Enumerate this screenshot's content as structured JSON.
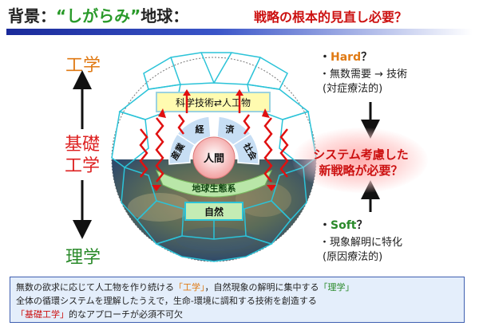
{
  "header": {
    "title_prefix": "背景：",
    "title_quote": "“しがらみ”",
    "title_suffix": "地球：",
    "subtitle": "戦略の根本的見直し必要？"
  },
  "left_axis": {
    "top_label": "工学",
    "middle_label_line1": "基礎",
    "middle_label_line2": "工学",
    "bottom_label": "理学"
  },
  "diagram": {
    "top_box": "科学技術⇄人工物",
    "center_label": "人間",
    "segment_left": "産業",
    "segment_top_left": "経",
    "segment_top_right": "済",
    "segment_right": "社会",
    "ecosystem_band": "地球生態系",
    "bottom_box": "自然"
  },
  "right_panel": {
    "hard_en": "Hard",
    "hard_q": "？",
    "hard_line1": "・無数需要 → 技術",
    "hard_line2": "(対症療法的)",
    "center_line1": "システム考慮した",
    "center_line2": "新戦略が必要？",
    "soft_en": "Soft",
    "soft_q": "？",
    "soft_line1": "・現象解明に特化",
    "soft_line2": "(原因療法的)"
  },
  "bottom_box": {
    "line1_a": "無数の欲求に応じて人工物を作り続ける",
    "line1_b": "「工学」",
    "line1_c": "，自然現象の解明に集中する",
    "line1_d": "「理学」",
    "line2": "全体の循環システムを理解したうえで，生命‐環境に調和する技術を創造する",
    "line3_a": "「基礎工学」",
    "line3_b": "的なアプローチが必須不可欠"
  },
  "colors": {
    "accent_orange": "#e07a14",
    "accent_red": "#cc1111",
    "accent_green": "#2a8a2a",
    "header_rule": "#1a2a9a"
  }
}
